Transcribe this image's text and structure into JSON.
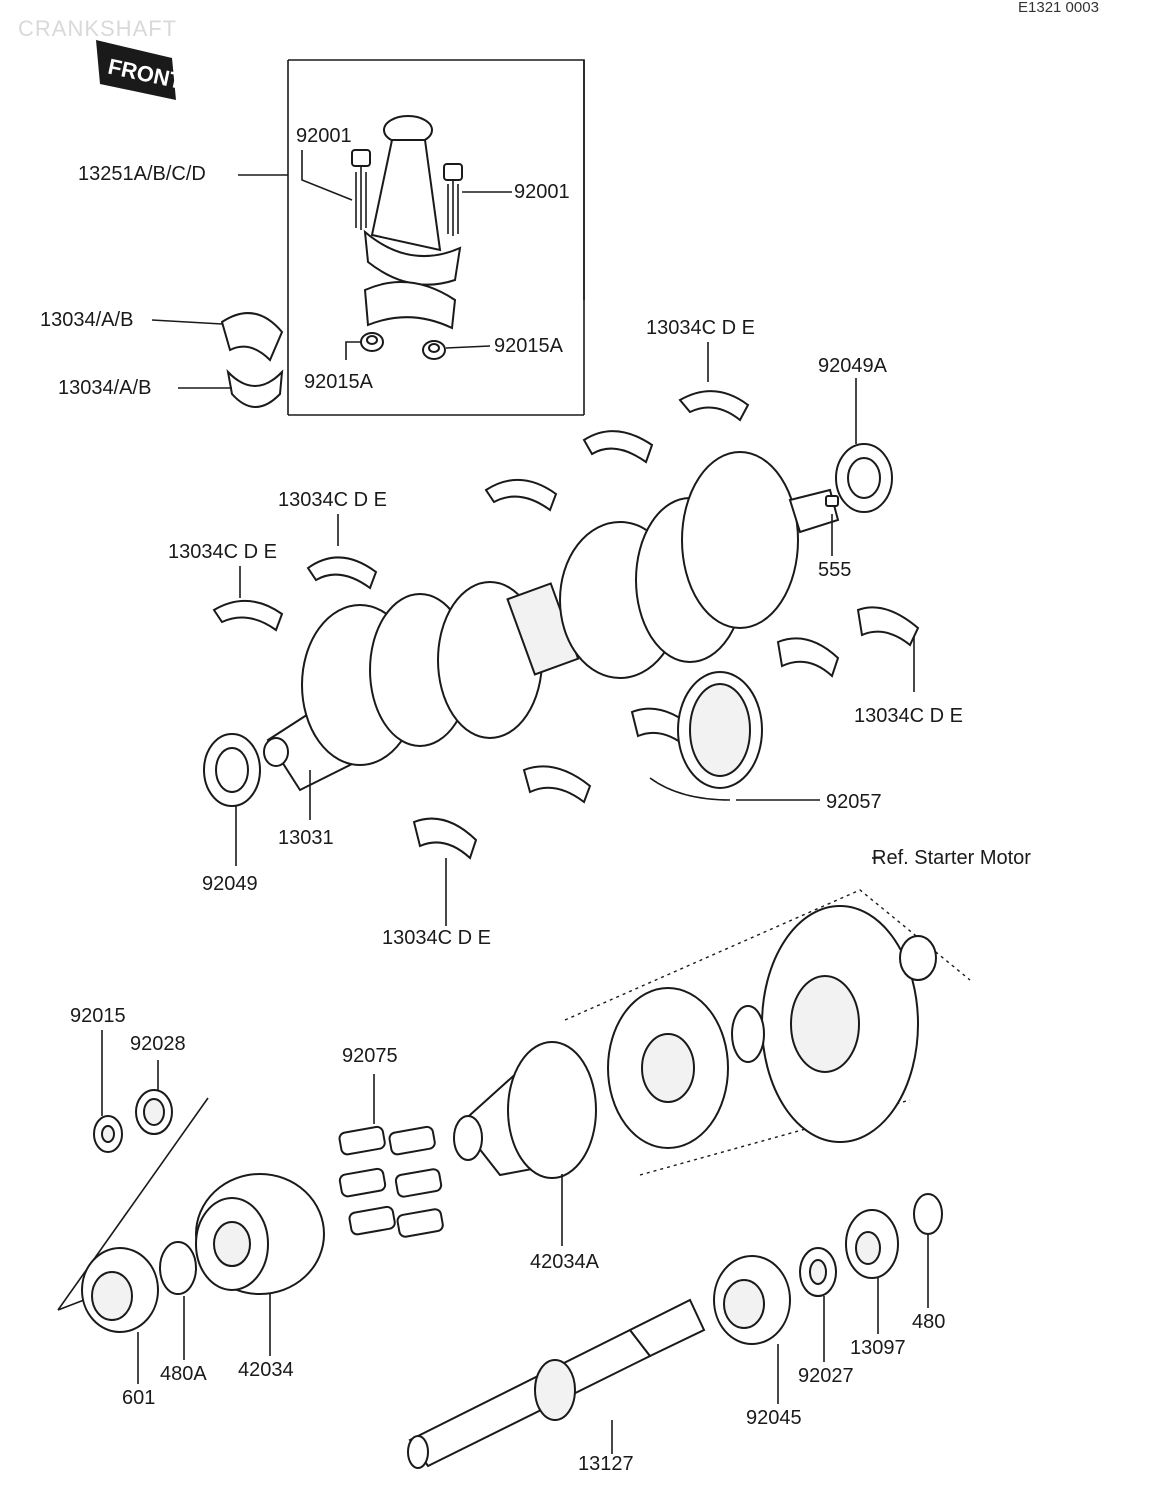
{
  "header": {
    "title": "CRANKSHAFT",
    "code": "E1321 0003",
    "front_label": "FRONT"
  },
  "callouts": {
    "p13251": "13251A/B/C/D",
    "p92001_left": "92001",
    "p92001_right": "92001",
    "p13034ab_upper": "13034/A/B",
    "p13034ab_lower": "13034/A/B",
    "p92015a_left": "92015A",
    "p92015a_right": "92015A",
    "p13034cde_top": "13034C D E",
    "p92049a": "92049A",
    "p13034cde_mid": "13034C D E",
    "p13034cde_left": "13034C D E",
    "p555": "555",
    "p13034cde_right": "13034C D E",
    "p92057": "92057",
    "p13031": "13031",
    "p92049": "92049",
    "p13034cde_bottom": "13034C D E",
    "starter_ref": "Ref. Starter Motor",
    "p92015": "92015",
    "p92028": "92028",
    "p92075": "92075",
    "p42034a": "42034A",
    "p601": "601",
    "p480a": "480A",
    "p42034": "42034",
    "p92045": "92045",
    "p92027": "92027",
    "p13097": "13097",
    "p480": "480",
    "p13127": "13127"
  }
}
